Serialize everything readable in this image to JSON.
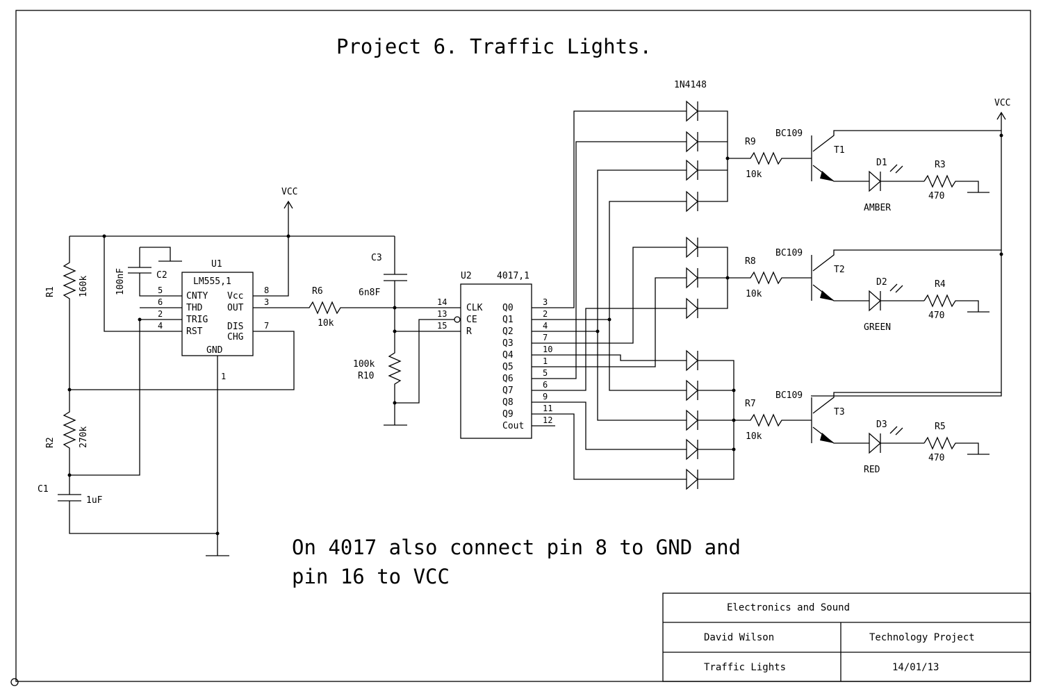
{
  "title": "Project 6. Traffic Lights.",
  "note_line1": "On 4017 also connect pin 8 to GND and",
  "note_line2": "pin 16 to VCC",
  "title_block": {
    "company": "Electronics and Sound",
    "author": "David Wilson",
    "project": "Technology Project",
    "drawing": "Traffic Lights",
    "date": "14/01/13"
  },
  "u1": {
    "ref": "U1",
    "part": "LM555,1",
    "pins_left": [
      "CNTY",
      "THD",
      "TRIG",
      "RST"
    ],
    "pins_left_num": [
      "5",
      "6",
      "2",
      "4"
    ],
    "vcc": "Vcc",
    "out": "OUT",
    "dis": "DIS",
    "chg": "CHG",
    "gnd": "GND",
    "pin8": "8",
    "pin3": "3",
    "pin7": "7",
    "pin1": "1"
  },
  "u2": {
    "ref": "U2",
    "part": "4017,1",
    "inputs": [
      "CLK",
      "CE",
      "R"
    ],
    "input_nums": [
      "14",
      "13",
      "15"
    ],
    "outputs": [
      "Q0",
      "Q1",
      "Q2",
      "Q3",
      "Q4",
      "Q5",
      "Q6",
      "Q7",
      "Q8",
      "Q9",
      "Cout"
    ],
    "output_nums": [
      "3",
      "2",
      "4",
      "7",
      "10",
      "1",
      "5",
      "6",
      "9",
      "11",
      "12"
    ]
  },
  "components": {
    "r1": {
      "ref": "R1",
      "value": "160k"
    },
    "r2": {
      "ref": "R2",
      "value": "270k"
    },
    "r3": {
      "ref": "R3",
      "value": "470"
    },
    "r4": {
      "ref": "R4",
      "value": "470"
    },
    "r5": {
      "ref": "R5",
      "value": "470"
    },
    "r6": {
      "ref": "R6",
      "value": "10k"
    },
    "r7": {
      "ref": "R7",
      "value": "10k"
    },
    "r8": {
      "ref": "R8",
      "value": "10k"
    },
    "r9": {
      "ref": "R9",
      "value": "10k"
    },
    "r10": {
      "ref": "R10",
      "value": "100k"
    },
    "c1": {
      "ref": "C1",
      "value": "1uF"
    },
    "c2": {
      "ref": "C2",
      "value": "100nF"
    },
    "c3": {
      "ref": "C3",
      "value": "6n8F"
    },
    "t1": {
      "ref": "T1",
      "part": "BC109"
    },
    "t2": {
      "ref": "T2",
      "part": "BC109"
    },
    "t3": {
      "ref": "T3",
      "part": "BC109"
    },
    "d1": {
      "ref": "D1",
      "color": "AMBER"
    },
    "d2": {
      "ref": "D2",
      "color": "GREEN"
    },
    "d3": {
      "ref": "D3",
      "color": "RED"
    },
    "diodes": {
      "part": "1N4148"
    }
  },
  "vcc_label": "VCC"
}
